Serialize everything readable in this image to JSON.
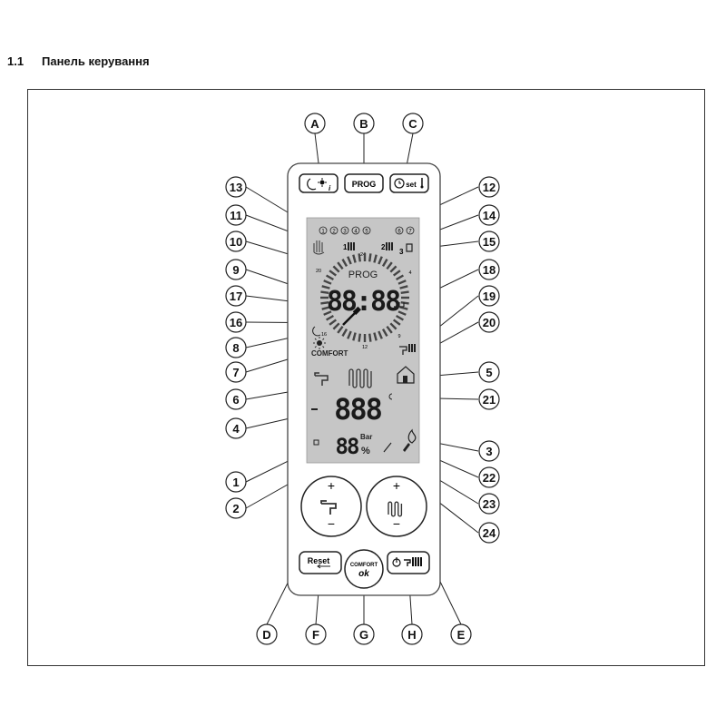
{
  "section": {
    "number": "1.1",
    "title": "Панель керування"
  },
  "buttons": {
    "A": {
      "callout": "A",
      "icon": "moon-sun-icon",
      "suffix": "i"
    },
    "B": {
      "callout": "B",
      "label": "PROG"
    },
    "C": {
      "callout": "C",
      "icon": "clock-icon",
      "label": "set"
    },
    "D": {
      "callout": "D",
      "icon": "tap-icon",
      "plus": "+",
      "minus": "−"
    },
    "E": {
      "callout": "E",
      "icon": "radiator-icon",
      "plus": "+",
      "minus": "−"
    },
    "F": {
      "callout": "F",
      "label": "Reset"
    },
    "G": {
      "callout": "G",
      "label_top": "COMFORT",
      "label_main": "ok"
    },
    "H": {
      "callout": "H",
      "icon": "power-tap-radiator-icon"
    }
  },
  "display": {
    "prog_label": "PROG",
    "comfort_label": "COMFORT",
    "bar_unit": "Bar",
    "percent": "%",
    "clock_digits": "88:88",
    "main_digits": "888",
    "small_digits": "88",
    "day_markers": [
      "1",
      "2",
      "3",
      "4",
      "5",
      "6",
      "7"
    ],
    "zone_labels": [
      "1",
      "2",
      "3"
    ],
    "dial_numbers": [
      "24",
      "20",
      "16",
      "12",
      "9",
      "4"
    ]
  },
  "callouts_left": [
    "13",
    "11",
    "10",
    "9",
    "17",
    "16",
    "8",
    "7",
    "6",
    "4",
    "1",
    "2"
  ],
  "callouts_right": [
    "12",
    "14",
    "15",
    "18",
    "19",
    "20",
    "5",
    "21",
    "3",
    "22",
    "23",
    "24"
  ]
}
